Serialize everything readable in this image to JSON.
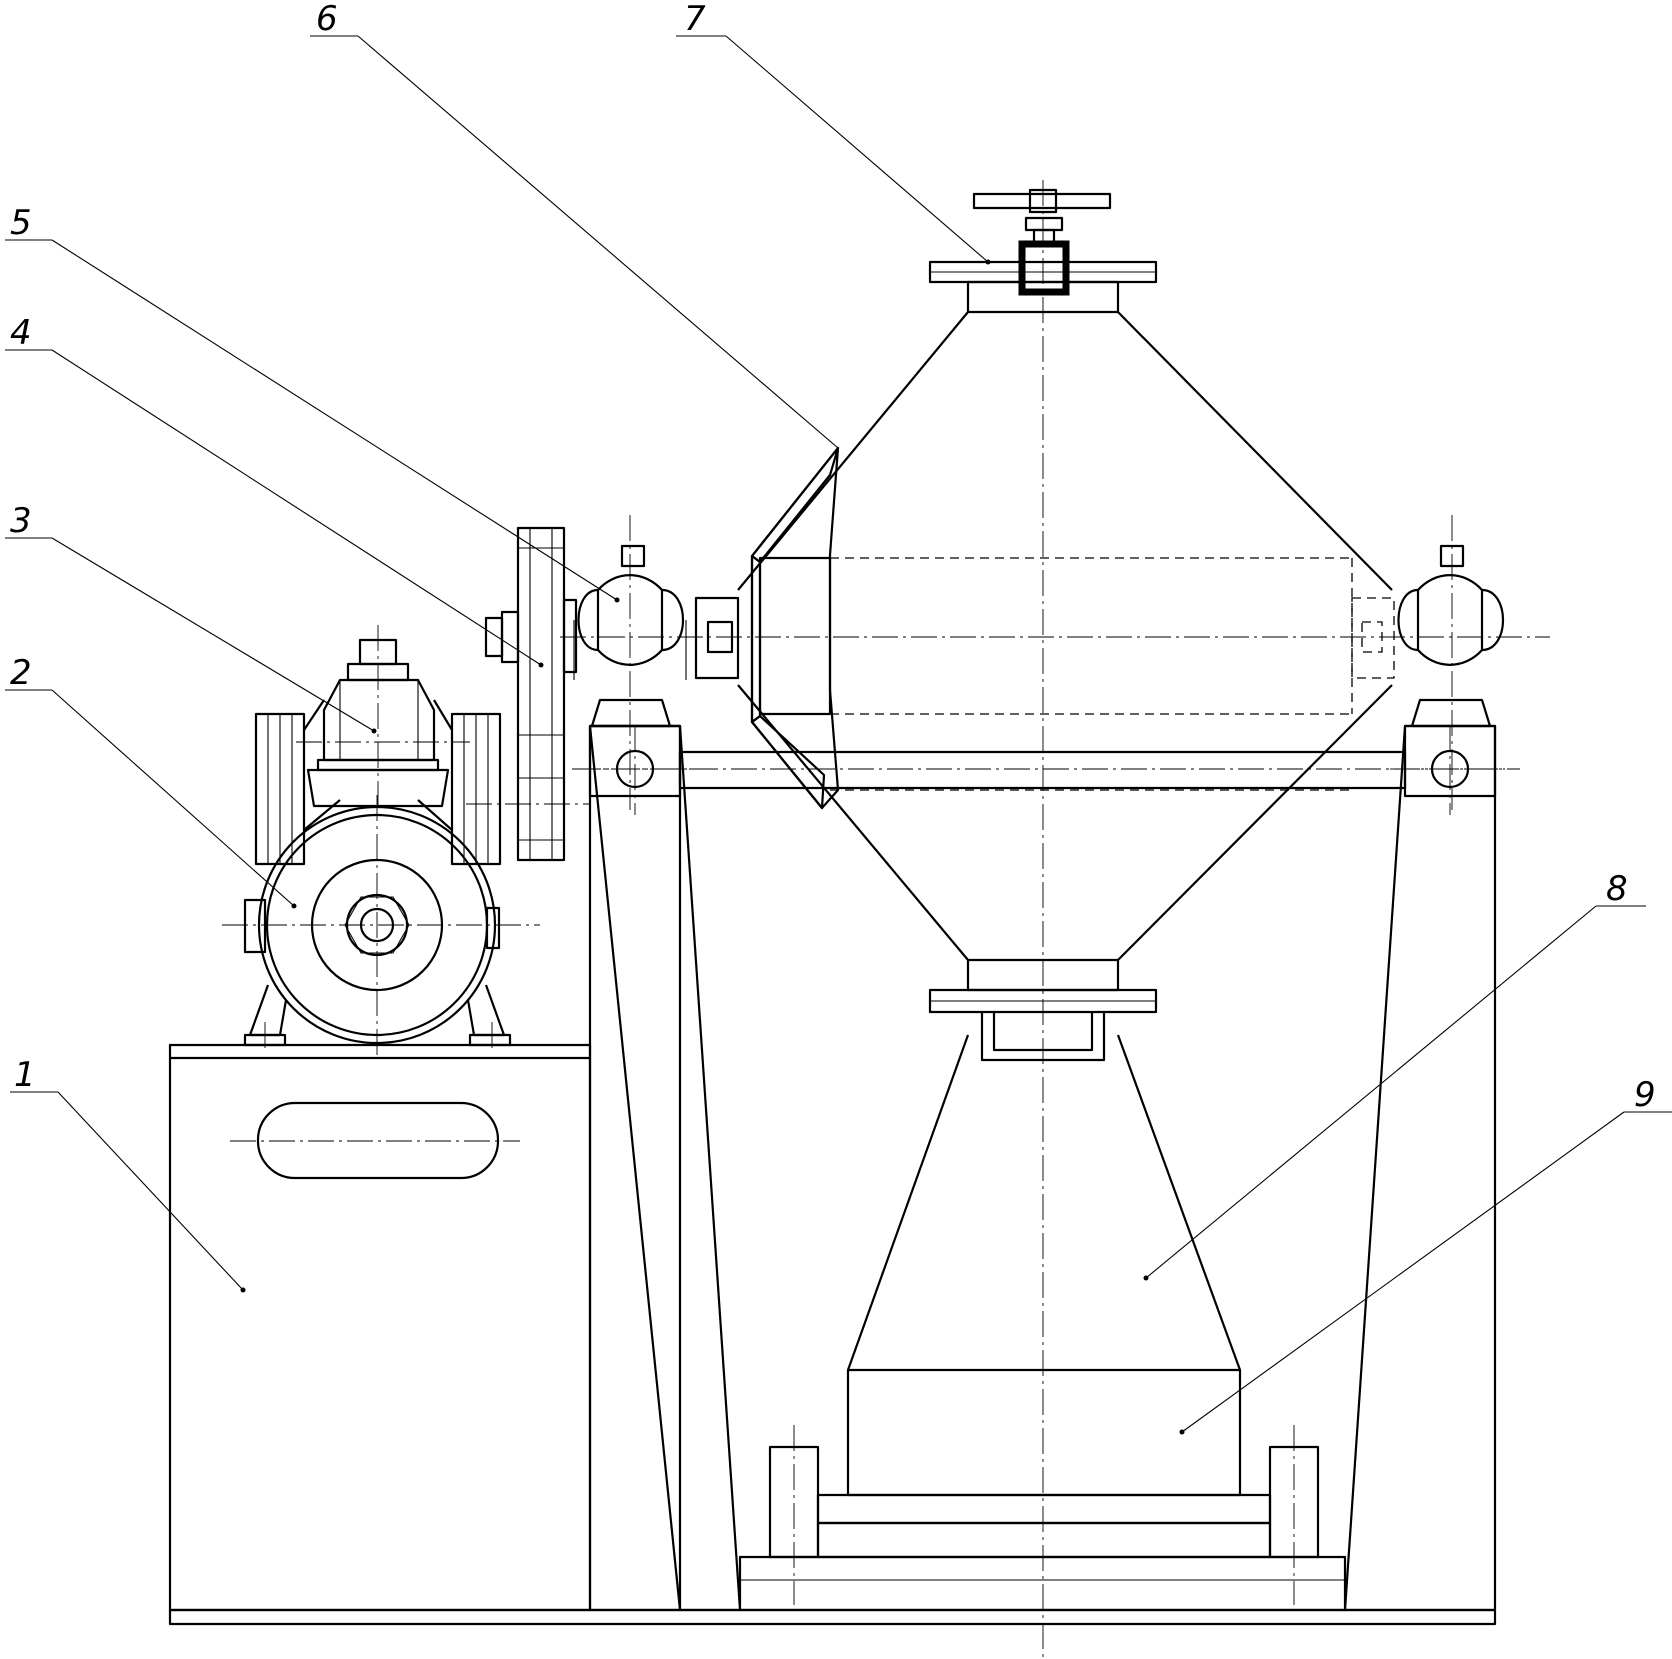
{
  "drawing": {
    "type": "technical-assembly-drawing",
    "callouts": [
      {
        "id": "1",
        "label": "1"
      },
      {
        "id": "2",
        "label": "2"
      },
      {
        "id": "3",
        "label": "3"
      },
      {
        "id": "4",
        "label": "4"
      },
      {
        "id": "5",
        "label": "5"
      },
      {
        "id": "6",
        "label": "6"
      },
      {
        "id": "7",
        "label": "7"
      },
      {
        "id": "8",
        "label": "8"
      },
      {
        "id": "9",
        "label": "9"
      }
    ]
  }
}
